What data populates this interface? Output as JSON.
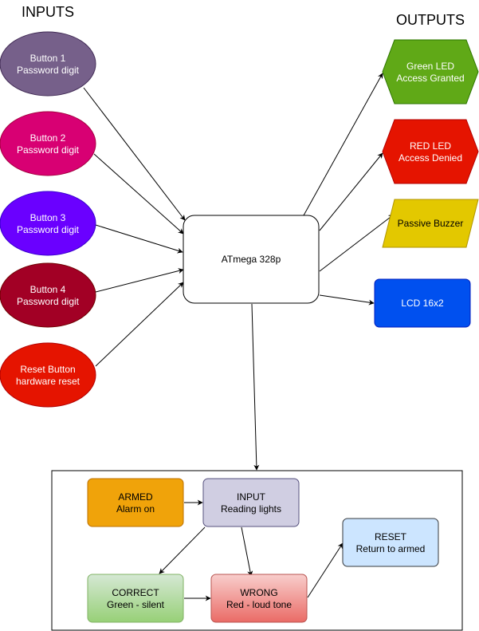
{
  "headers": {
    "inputs": "INPUTS",
    "outputs": "OUTPUTS"
  },
  "inputs": [
    {
      "line1": "Button 1",
      "line2": "Password digit",
      "color": "#76608a"
    },
    {
      "line1": "Button 2",
      "line2": "Password digit",
      "color": "#d80073"
    },
    {
      "line1": "Button 3",
      "line2": "Password digit",
      "color": "#6a00ff"
    },
    {
      "line1": "Button 4",
      "line2": "Password digit",
      "color": "#a20025"
    },
    {
      "line1": "Reset Button",
      "line2": "hardware reset",
      "color": "#e51400"
    }
  ],
  "mcu": {
    "label": "ATmega 328p"
  },
  "outputs": [
    {
      "line1": "Green LED",
      "line2": "Access Granted",
      "color": "#60a917",
      "shape": "hexagon"
    },
    {
      "line1": "RED LED",
      "line2": "Access Denied",
      "color": "#e51400",
      "shape": "hexagon"
    },
    {
      "line1": "Passive Buzzer",
      "color": "#e3c800",
      "shape": "parallelogram"
    },
    {
      "line1": "LCD 16x2",
      "color": "#0050ef",
      "shape": "rounded-rect"
    }
  ],
  "states": {
    "armed": {
      "line1": "ARMED",
      "line2": "Alarm on",
      "fill": "#f0a30a",
      "stroke": "#bd7000"
    },
    "input": {
      "line1": "INPUT",
      "line2": "Reading lights",
      "fill": "#d0cee2",
      "stroke": "#56517e"
    },
    "reset": {
      "line1": "RESET",
      "line2": "Return to armed",
      "fill": "#cce5ff",
      "stroke": "#36393d"
    },
    "correct": {
      "line1": "CORRECT",
      "line2": "Green - silent",
      "fill": "#d5e8d4",
      "stroke": "#82b366"
    },
    "wrong": {
      "line1": "WRONG",
      "line2": "Red - loud tone",
      "fill": "#f8cecc",
      "stroke": "#b85450"
    }
  }
}
